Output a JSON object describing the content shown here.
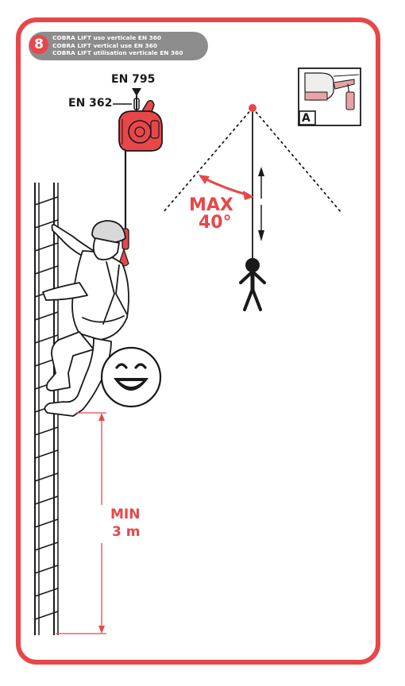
{
  "header": {
    "step_number": "8",
    "lines": [
      "COBRA LIFT uso verticale EN 360",
      "COBRA LIFT vertical use EN 360",
      "COBRA LIFT utilisation verticale EN 360"
    ]
  },
  "standards": {
    "anchor": "EN 795",
    "connector": "EN 362"
  },
  "angle_limit": {
    "line1": "MAX",
    "line2": "40°"
  },
  "clearance": {
    "line1": "MIN",
    "line2": "3 m"
  },
  "inset": {
    "label": "A"
  },
  "colors": {
    "accent": "#e8474a",
    "header_bg": "#8c8c8c",
    "ink": "#1a1a1a"
  }
}
